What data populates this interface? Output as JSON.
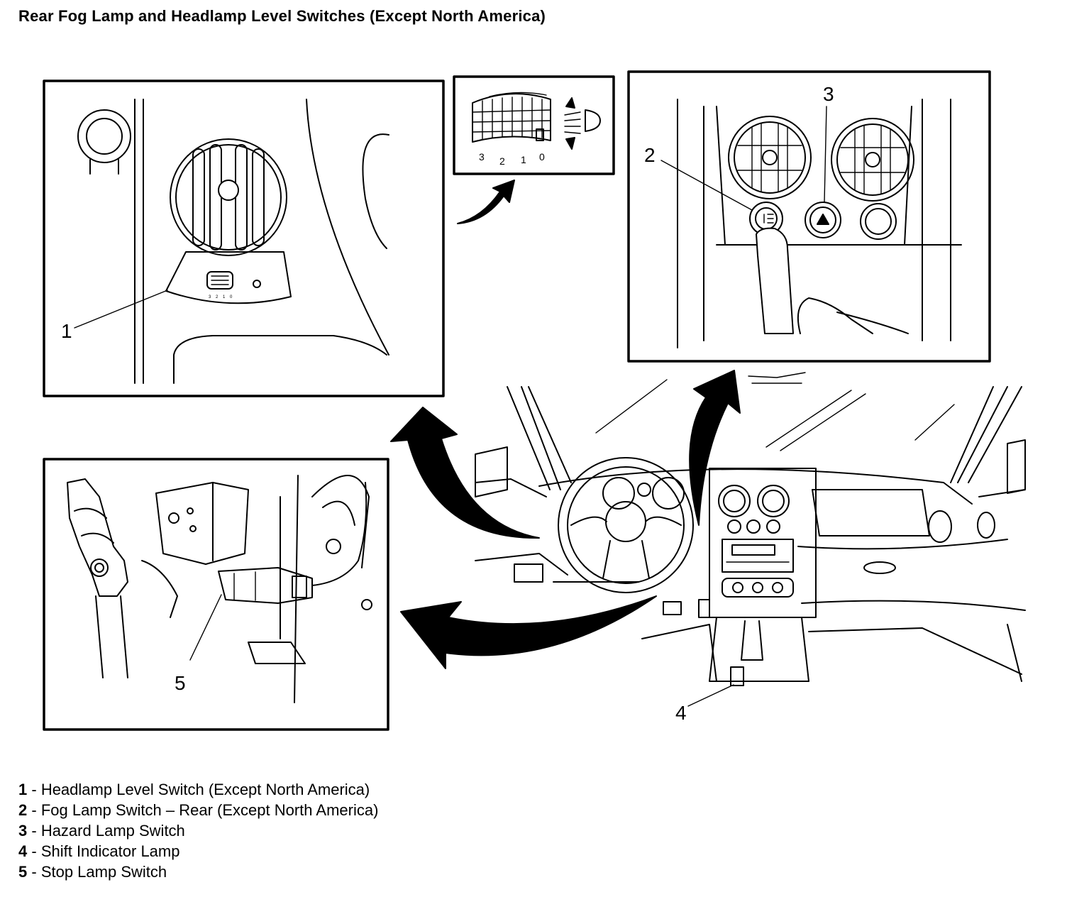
{
  "title": "Rear Fog Lamp and Headlamp Level Switches (Except North America)",
  "callouts": [
    "1",
    "2",
    "3",
    "4",
    "5"
  ],
  "headlamp_scale": [
    "3",
    "2",
    "1",
    "0"
  ],
  "legend": [
    {
      "num": "1",
      "sep": " - ",
      "text": "Headlamp Level Switch (Except North America)"
    },
    {
      "num": "2",
      "sep": " - ",
      "text": "Fog Lamp Switch – Rear (Except North America)"
    },
    {
      "num": "3",
      "sep": " - ",
      "text": "Hazard Lamp Switch"
    },
    {
      "num": "4",
      "sep": " - ",
      "text": "Shift Indicator Lamp"
    },
    {
      "num": "5",
      "sep": " - ",
      "text": "Stop Lamp Switch"
    }
  ]
}
